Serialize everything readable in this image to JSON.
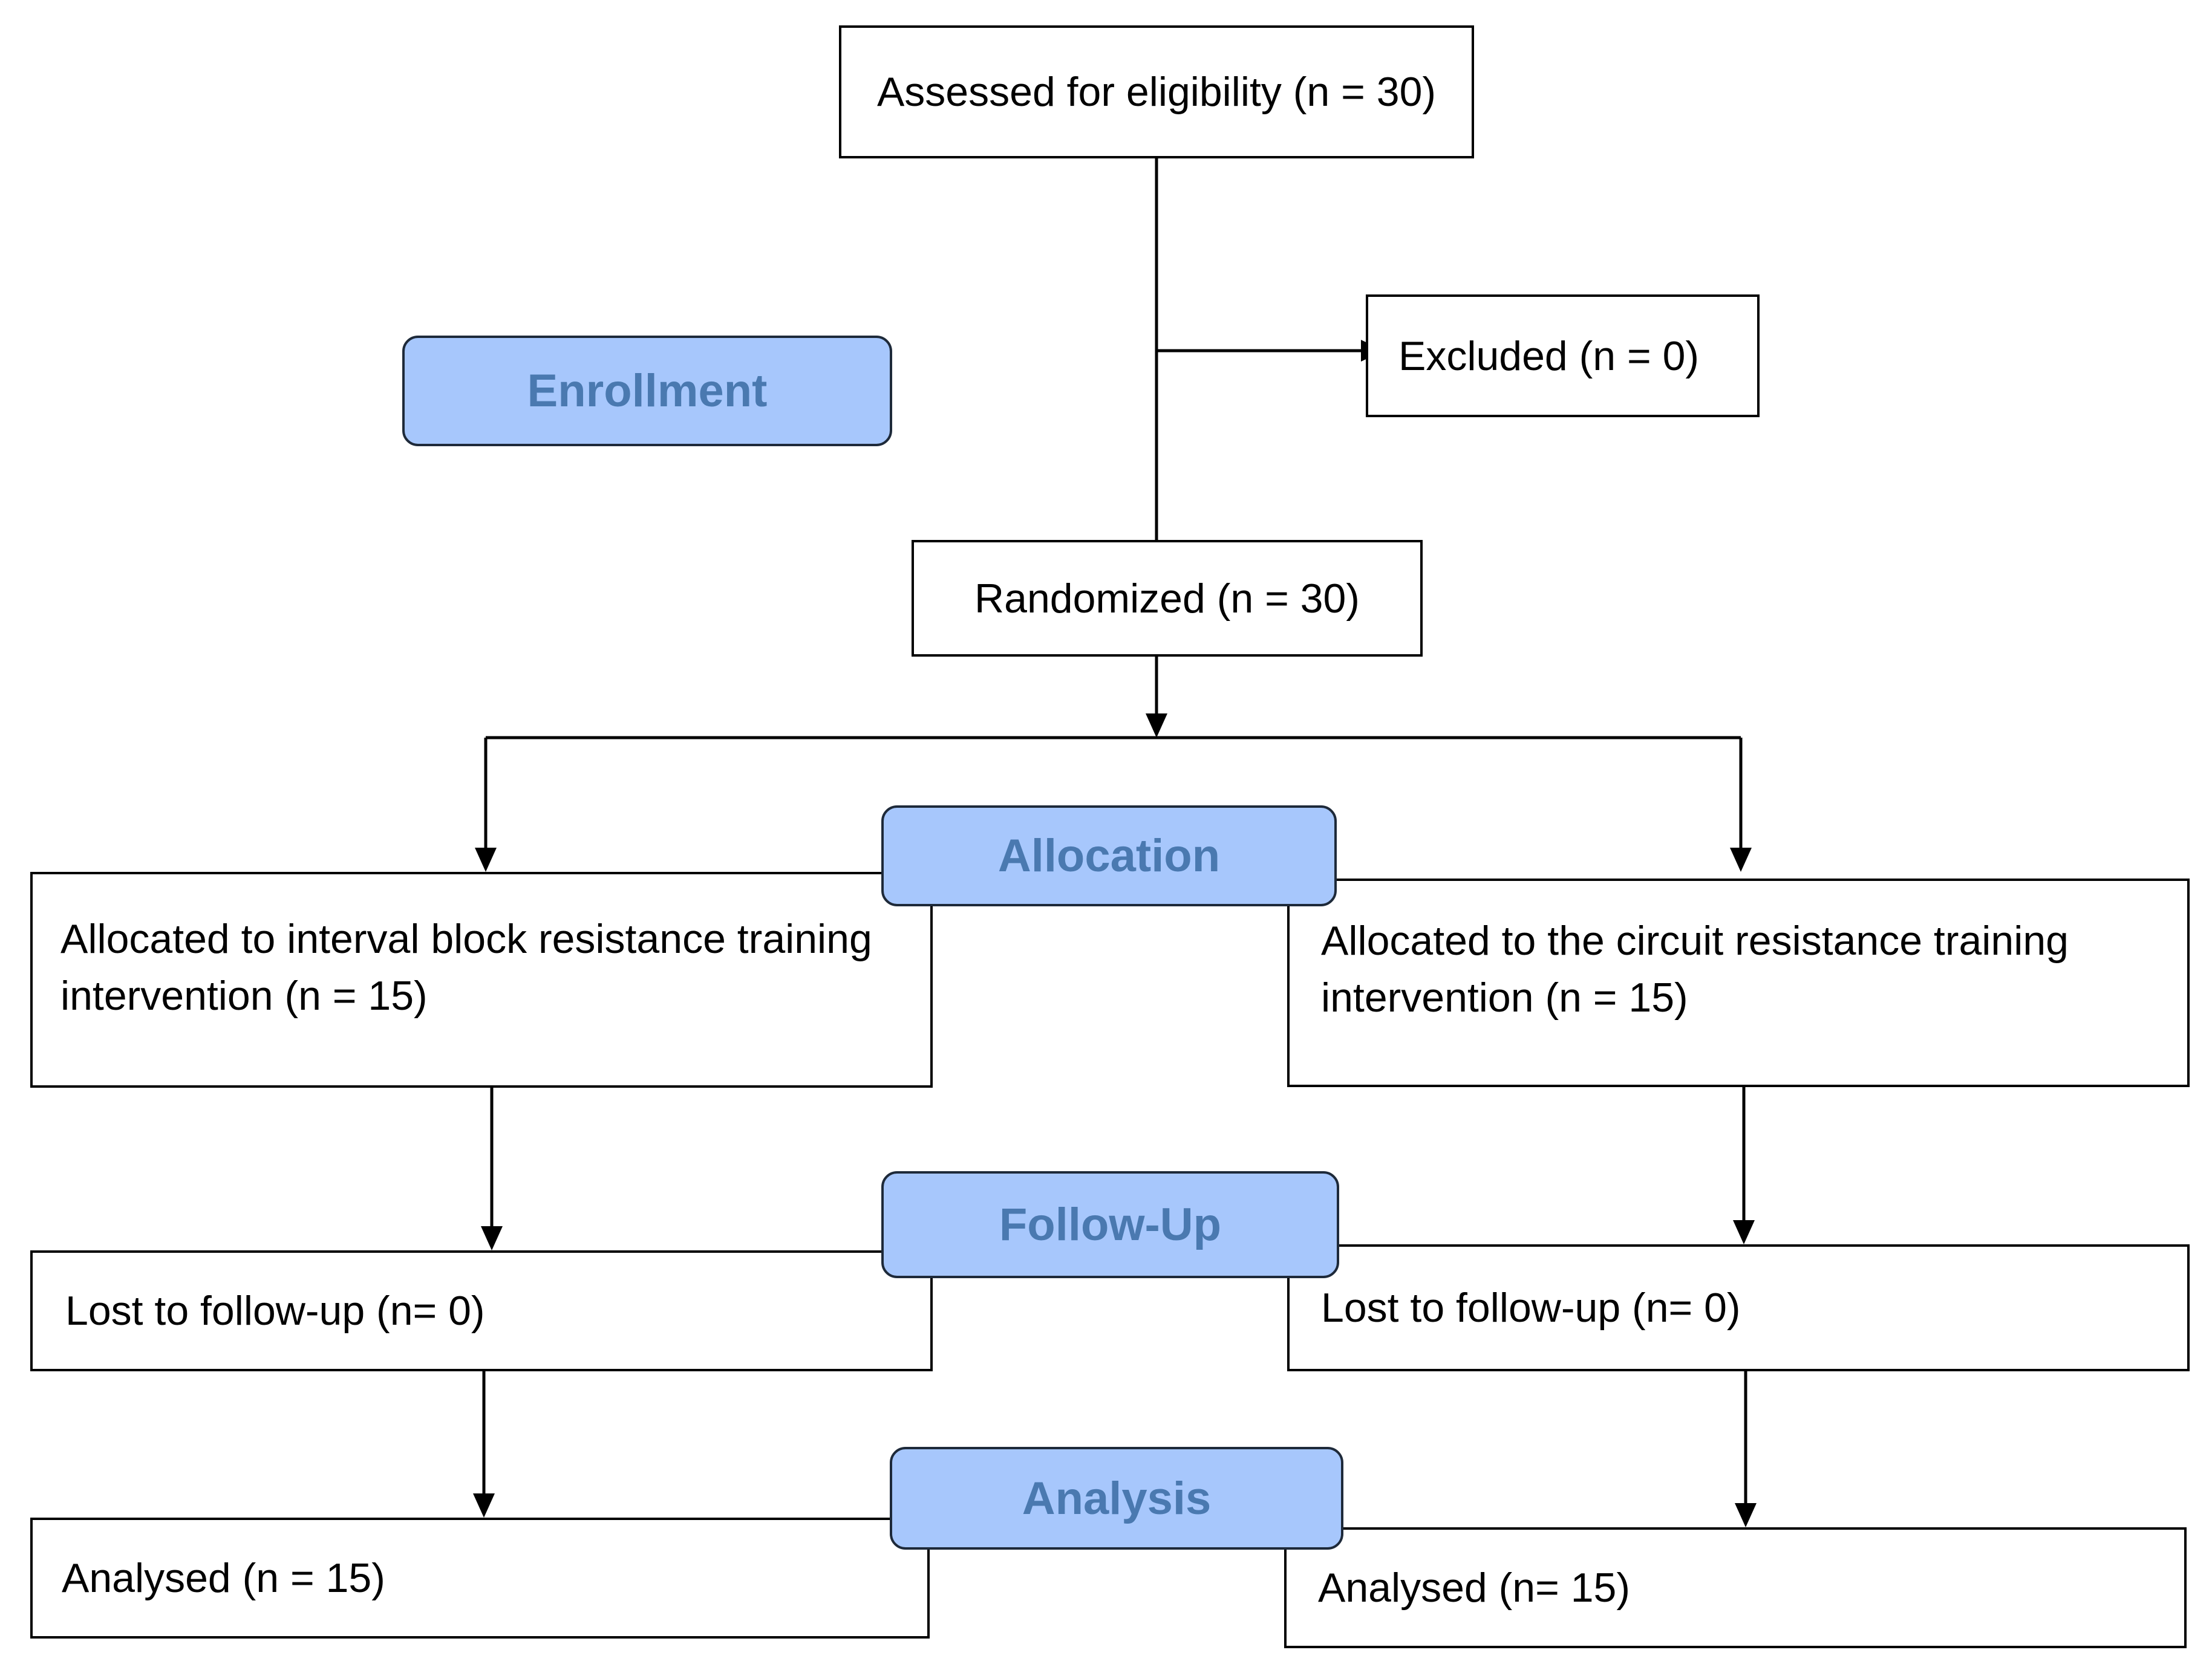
{
  "stages": {
    "enrollment": "Enrollment",
    "allocation": "Allocation",
    "follow_up": "Follow-Up",
    "analysis": "Analysis"
  },
  "boxes": {
    "assessed": "Assessed for eligibility (n = 30)",
    "excluded": "Excluded (n = 0)",
    "randomized": "Randomized (n = 30)",
    "allocated_left_line1": "Allocated to interval block resistance training",
    "allocated_left_line2": "intervention (n = 15)",
    "allocated_right_line1": "Allocated to the circuit resistance training",
    "allocated_right_line2": "intervention (n = 15)",
    "lost_left": "Lost to follow-up (n= 0)",
    "lost_right": "Lost to follow-up (n= 0)",
    "analysed_left": "Analysed (n = 15)",
    "analysed_right": "Analysed (n= 15)"
  },
  "colors": {
    "stage_fill": "#a7c7fc",
    "stage_text": "#4a79b0",
    "line": "#000000"
  }
}
